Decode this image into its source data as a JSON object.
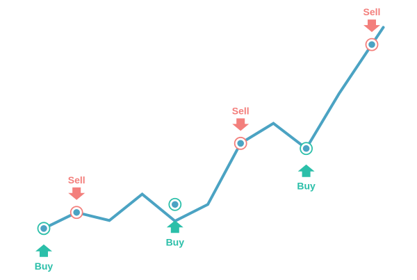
{
  "chart_data": {
    "type": "line",
    "title": "",
    "xlabel": "",
    "ylabel": "",
    "grid": false,
    "legend": "none",
    "x": [
      1,
      2,
      3,
      4,
      5,
      6,
      7,
      8,
      9,
      10,
      11
    ],
    "series": [
      {
        "values": [
          100,
          128,
          114,
          160,
          113,
          142,
          249,
          284,
          240,
          336,
          422
        ]
      }
    ],
    "signals": [
      {
        "x": 1,
        "y": 100,
        "type": "buy",
        "label": "Buy"
      },
      {
        "x": 2,
        "y": 128,
        "type": "sell",
        "label": "Sell"
      },
      {
        "x": 5,
        "y": 142,
        "type": "buy",
        "label": "Buy"
      },
      {
        "x": 7,
        "y": 249,
        "type": "sell",
        "label": "Sell"
      },
      {
        "x": 9,
        "y": 240,
        "type": "buy",
        "label": "Buy"
      },
      {
        "x": 11,
        "y": 422,
        "type": "sell",
        "label": "Sell"
      }
    ],
    "colors": {
      "line": "#4ba3c3",
      "buy": "#2bbfa9",
      "sell": "#f37f7c"
    }
  }
}
